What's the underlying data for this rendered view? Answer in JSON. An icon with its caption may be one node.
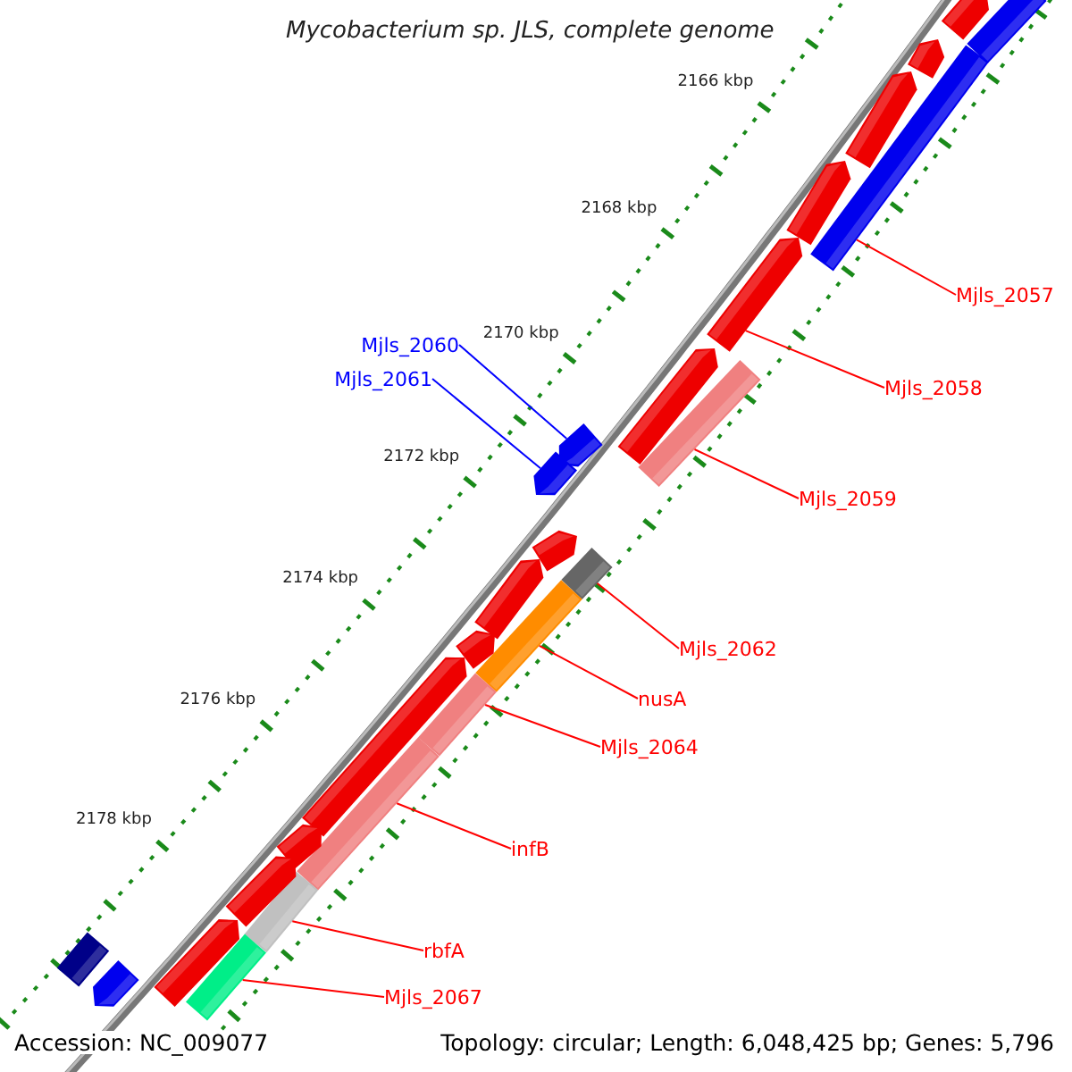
{
  "diagram": {
    "title": "Mycobacterium sp. JLS, complete genome",
    "nodes": [
      {
        "text": [
          "Mjls_2057"
        ]
      },
      {
        "text": [
          "Mjls_2058"
        ]
      },
      {
        "text": [
          "Mjls_2059"
        ]
      },
      {
        "text": [
          "Mjls_2060"
        ]
      },
      {
        "text": [
          "Mjls_2061"
        ]
      },
      {
        "text": [
          "Mjls_2062"
        ]
      },
      {
        "text": [
          "nusA"
        ]
      },
      {
        "text": [
          "Mjls_2064"
        ]
      },
      {
        "text": [
          "infB"
        ]
      },
      {
        "text": [
          "rbfA"
        ]
      },
      {
        "text": [
          "Mjls_2067"
        ]
      },
      {
        "text": [],
        "shape": "bar"
      },
      {
        "text": [],
        "shape": "bar"
      },
      {
        "text": [],
        "shape": "bar"
      },
      {
        "text": [],
        "shape": "bar"
      },
      {
        "text": [],
        "shape": "bar"
      },
      {
        "text": [],
        "shape": "bar"
      },
      {
        "text": [],
        "shape": "bar"
      },
      {
        "text": [],
        "shape": "bar"
      },
      {
        "text": [],
        "shape": "bar"
      },
      {
        "text": [],
        "shape": "bar"
      },
      {
        "text": [],
        "shape": "bar"
      },
      {
        "text": [],
        "shape": "bar"
      },
      {
        "text": [],
        "shape": "bar"
      },
      {
        "text": [],
        "shape": "bar"
      },
      {
        "text": [],
        "shape": "bar"
      },
      {
        "text": [],
        "shape": "bar"
      },
      {
        "text": [],
        "shape": "bar"
      },
      {
        "text": [],
        "shape": "bar"
      },
      {
        "text": [],
        "shape": "bar"
      },
      {
        "text": [],
        "shape": "bar"
      },
      {
        "text": [],
        "shape": "bar"
      },
      {
        "text": [],
        "shape": "bar"
      },
      {
        "text": [],
        "shape": "bar"
      },
      {
        "text": [],
        "shape": "bar"
      },
      {
        "text": [],
        "shape": "bar"
      },
      {
        "text": [],
        "shape": "bar"
      }
    ],
    "edges": [
      {
        "from": 0,
        "to": 11,
        "arrow": "none"
      },
      {
        "from": 1,
        "to": 12,
        "arrow": "none"
      },
      {
        "from": 2,
        "to": 13,
        "arrow": "none"
      },
      {
        "from": 3,
        "to": 14,
        "arrow": "none",
        "color": "#0000ff"
      },
      {
        "from": 4,
        "to": 15,
        "arrow": "none",
        "color": "#0000ff"
      },
      {
        "from": 5,
        "to": 16,
        "arrow": "none"
      },
      {
        "from": 6,
        "to": 17,
        "arrow": "none"
      },
      {
        "from": 7,
        "to": 18,
        "arrow": "none"
      },
      {
        "from": 8,
        "to": 19,
        "arrow": "none"
      },
      {
        "from": 9,
        "to": 20,
        "arrow": "none"
      },
      {
        "from": 10,
        "to": 21,
        "arrow": "none"
      }
    ],
    "labels": [
      "2166 kbp",
      "2168 kbp",
      "2170 kbp",
      "2172 kbp",
      "2174 kbp",
      "2176 kbp",
      "2178 kbp",
      "Accession: NC_009077",
      "Topology: circular; Length: 6,048,425 bp; Genes: 5,796"
    ]
  }
}
